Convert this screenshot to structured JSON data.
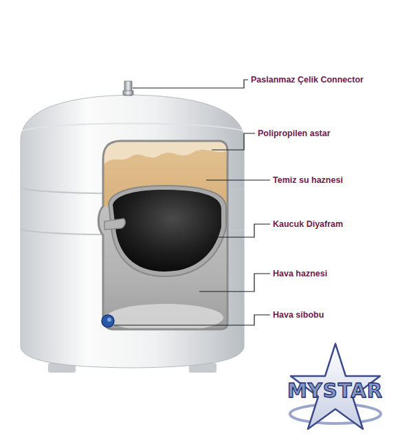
{
  "diagram": {
    "labels": [
      "Paslanmaz Çelik Connector",
      "Polipropilen astar",
      "Temiz su haznesi",
      "Kaucuk Diyafram",
      "Hava haznesi",
      "Hava sibobu",
      "MYSTAR"
    ]
  }
}
